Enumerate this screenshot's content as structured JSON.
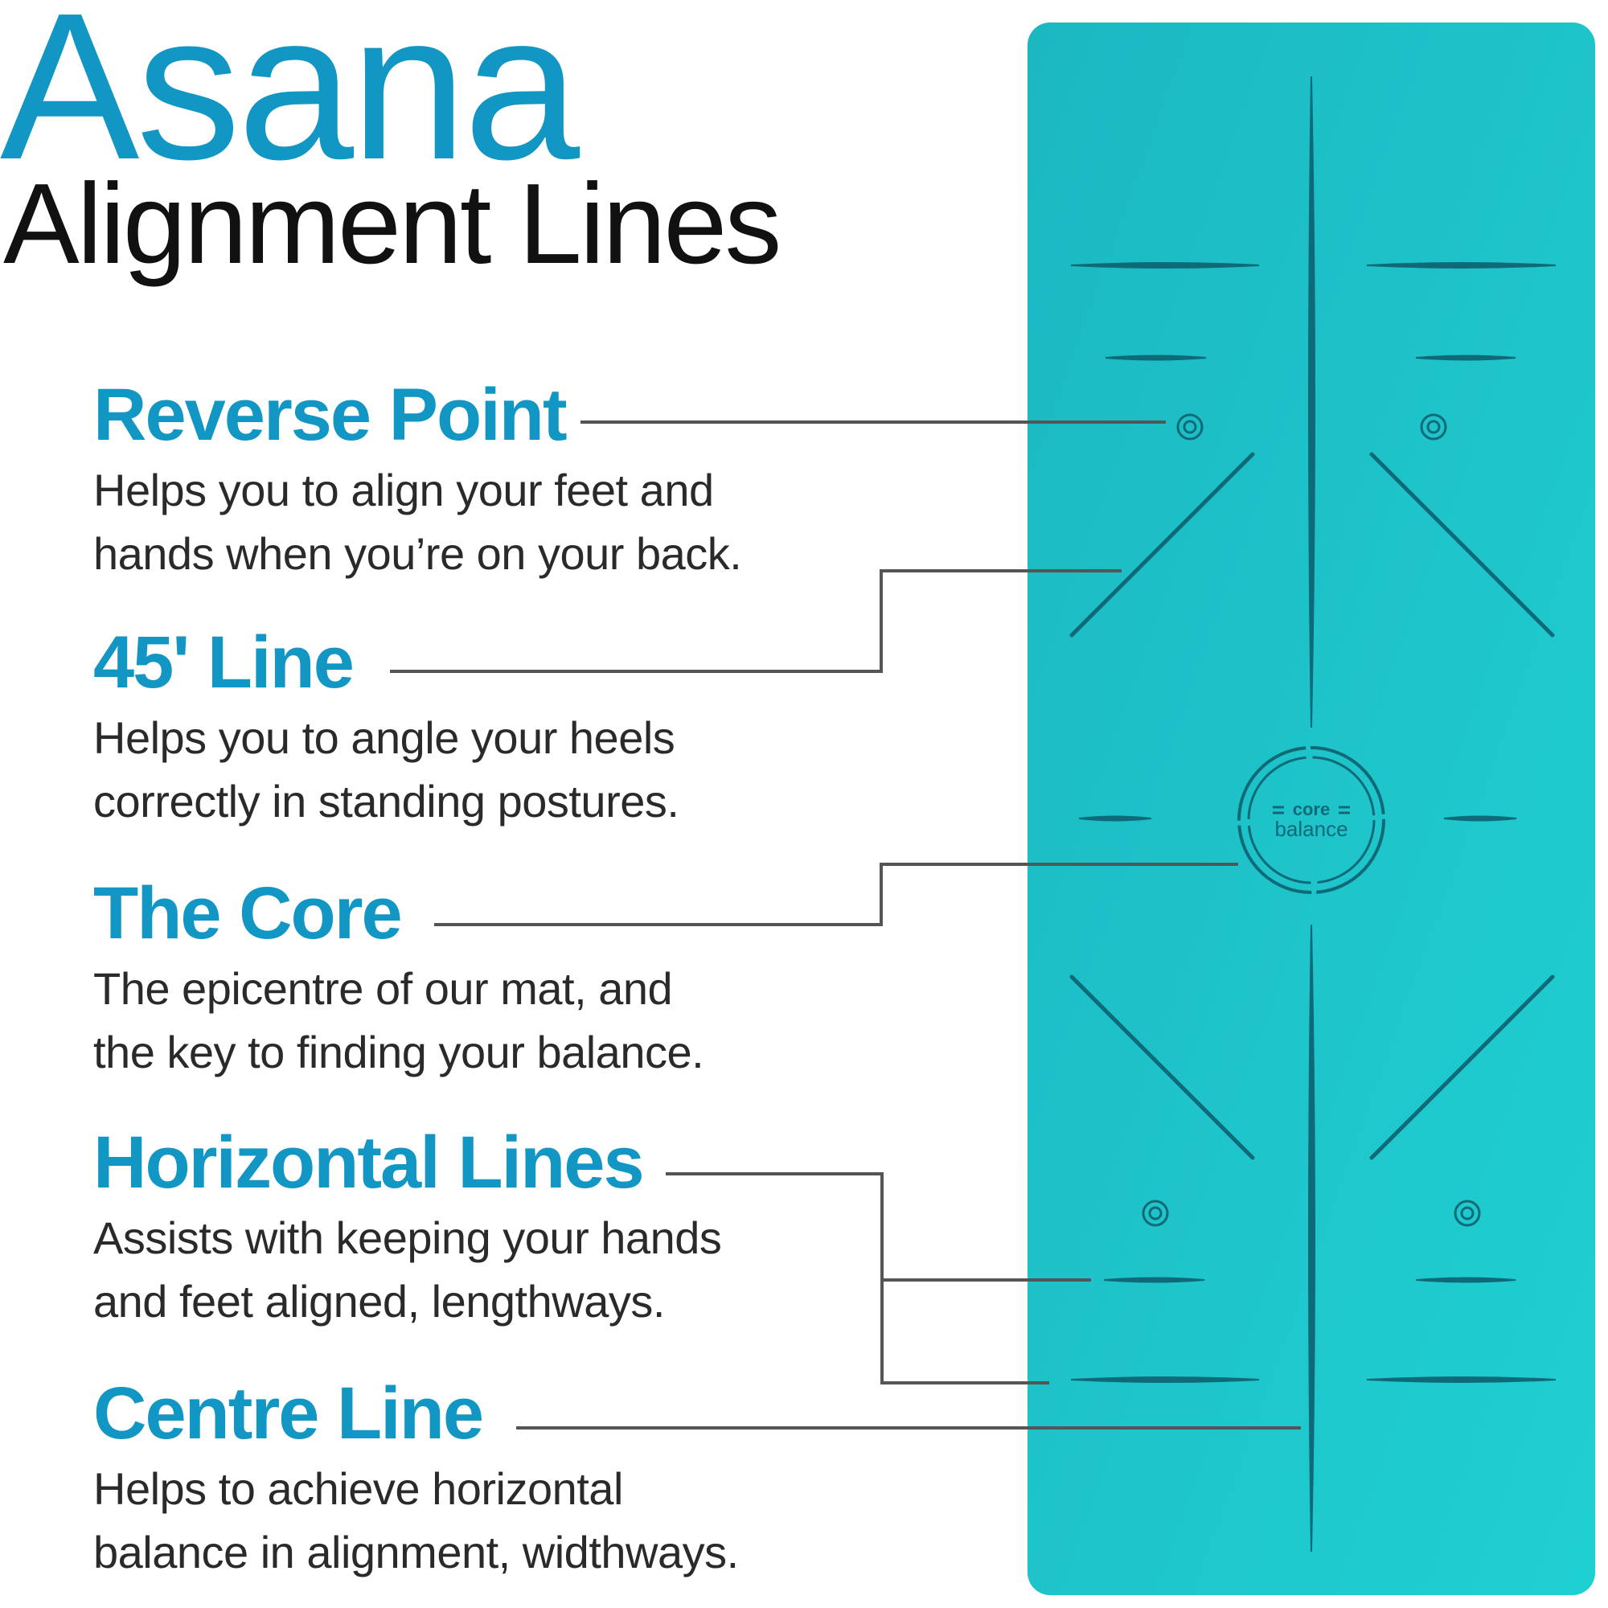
{
  "colors": {
    "accent": "#1296c4",
    "title_dark": "#111111",
    "mat": "#1fc7c9",
    "mat_lines": "#0f6a78",
    "leader": "#555555"
  },
  "header": {
    "brand": "Asana",
    "subtitle": "Alignment Lines"
  },
  "features": [
    {
      "title": "Reverse Point",
      "description": [
        "Helps you to align your feet and",
        "hands when you’re on your back."
      ]
    },
    {
      "title": "45' Line",
      "description": [
        "Helps you to angle your heels",
        "correctly in standing postures."
      ]
    },
    {
      "title": "The Core",
      "description": [
        "The epicentre of our mat, and",
        "the key to finding your balance."
      ]
    },
    {
      "title": "Horizontal Lines",
      "description": [
        "Assists with keeping your hands",
        "and feet aligned, lengthways."
      ]
    },
    {
      "title": "Centre Line",
      "description": [
        "Helps to achieve horizontal",
        "balance in alignment, widthways."
      ]
    }
  ],
  "mat_logo": {
    "line1": "core",
    "line2": "balance"
  }
}
